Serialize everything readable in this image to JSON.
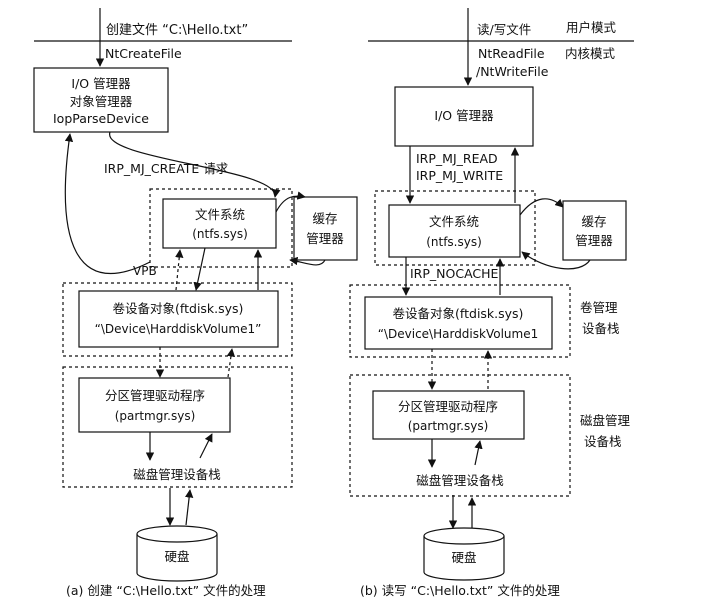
{
  "left": {
    "top_label": "创建文件 “C:\\Hello.txt”",
    "nt_call": "NtCreateFile",
    "io_box": [
      "I/O 管理器",
      "对象管理器",
      "IopParseDevice"
    ],
    "irp_label": "IRP_MJ_CREATE 请求",
    "fs_box": [
      "文件系统",
      "(ntfs.sys)"
    ],
    "cache_box": [
      "缓存",
      "管理器"
    ],
    "vpb_label": "VPB",
    "vol_box": [
      "卷设备对象(ftdisk.sys)",
      "“\\Device\\HarddiskVolume1”"
    ],
    "part_box": [
      "分区管理驱动程序",
      "(partmgr.sys)"
    ],
    "disk_stack": "磁盘管理设备栈",
    "disk": "硬盘",
    "caption": "(a) 创建 “C:\\Hello.txt” 文件的处理"
  },
  "right": {
    "top_label": "读/写文件",
    "user_mode": "用户模式",
    "nt_call_1": "NtReadFile",
    "kernel_mode": "内核模式",
    "nt_call_2": "/NtWriteFile",
    "io_box": "I/O 管理器",
    "irp_1": "IRP_MJ_READ",
    "irp_2": "IRP_MJ_WRITE",
    "fs_box": [
      "文件系统",
      "(ntfs.sys)"
    ],
    "cache_box": [
      "缓存",
      "管理器"
    ],
    "nocache_label": "IRP_NOCACHE",
    "vol_box": [
      "卷设备对象(ftdisk.sys)",
      "“\\Device\\HarddiskVolume1"
    ],
    "vol_stack": [
      "卷管理",
      "设备栈"
    ],
    "part_box": [
      "分区管理驱动程序",
      "(partmgr.sys)"
    ],
    "disk_stack_side": [
      "磁盘管理",
      "设备栈"
    ],
    "disk_stack": "磁盘管理设备栈",
    "disk": "硬盘",
    "caption": "(b) 读写 “C:\\Hello.txt” 文件的处理"
  }
}
